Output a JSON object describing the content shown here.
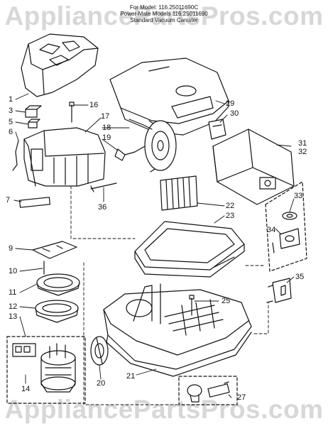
{
  "watermark": "AppliancePartsPros.com",
  "header": {
    "line1": "For Model: 116.25011690C",
    "line2": "Power-Mate Models 116.25011690",
    "line3": "Standard Vacuum Canister"
  },
  "callouts": [
    {
      "id": "1",
      "label": "1"
    },
    {
      "id": "3",
      "label": "3"
    },
    {
      "id": "5",
      "label": "5"
    },
    {
      "id": "6",
      "label": "6"
    },
    {
      "id": "7",
      "label": "7"
    },
    {
      "id": "9",
      "label": "9"
    },
    {
      "id": "10",
      "label": "10"
    },
    {
      "id": "11",
      "label": "11"
    },
    {
      "id": "12",
      "label": "12"
    },
    {
      "id": "13",
      "label": "13"
    },
    {
      "id": "14",
      "label": "14"
    },
    {
      "id": "16",
      "label": "16"
    },
    {
      "id": "17",
      "label": "17"
    },
    {
      "id": "18",
      "label": "18"
    },
    {
      "id": "19",
      "label": "19"
    },
    {
      "id": "20",
      "label": "20"
    },
    {
      "id": "21",
      "label": "21"
    },
    {
      "id": "22",
      "label": "22"
    },
    {
      "id": "23",
      "label": "23"
    },
    {
      "id": "25",
      "label": "25"
    },
    {
      "id": "27",
      "label": "27"
    },
    {
      "id": "29",
      "label": "29"
    },
    {
      "id": "30",
      "label": "30"
    },
    {
      "id": "31",
      "label": "31"
    },
    {
      "id": "32",
      "label": "32"
    },
    {
      "id": "33",
      "label": "33"
    },
    {
      "id": "34",
      "label": "34"
    },
    {
      "id": "35",
      "label": "35"
    },
    {
      "id": "36",
      "label": "36"
    }
  ]
}
